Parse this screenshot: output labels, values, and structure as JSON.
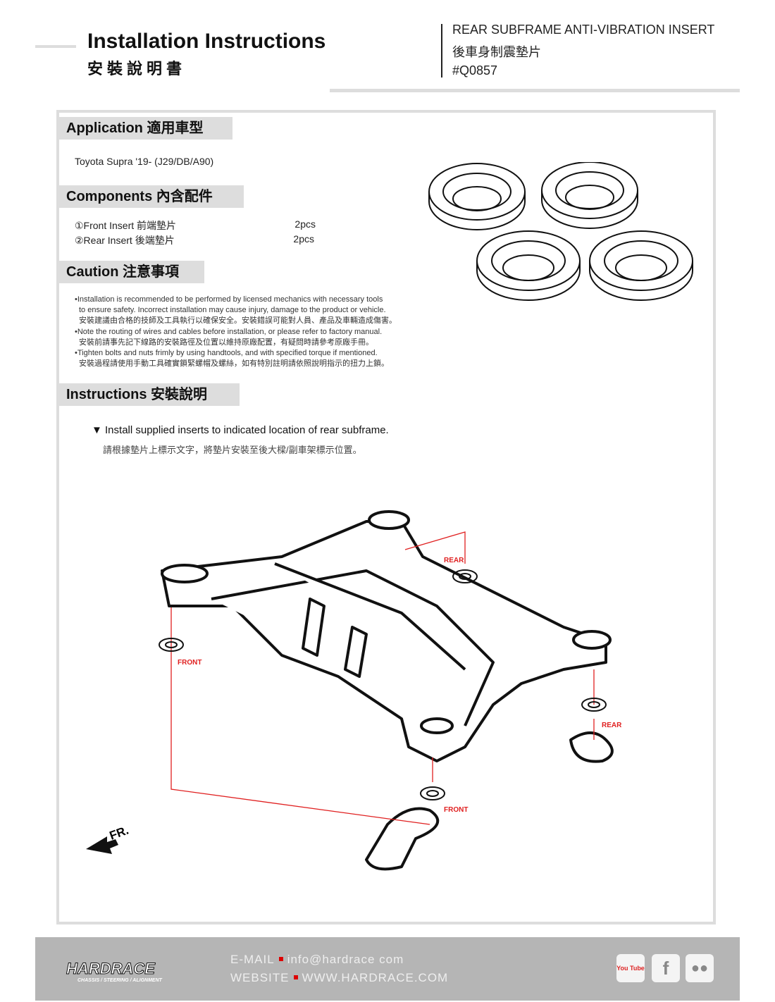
{
  "header": {
    "title": "Installation Instructions",
    "title_zh": "安裝說明書",
    "product_name": "REAR SUBFRAME ANTI-VIBRATION INSERT",
    "product_name_zh": "後車身制震墊片",
    "part_number": "#Q0857"
  },
  "application": {
    "heading": "Application 適用車型",
    "vehicle": "Toyota Supra '19- (J29/DB/A90)"
  },
  "components": {
    "heading": "Components 內含配件",
    "items": [
      {
        "label": "①Front Insert 前端墊片",
        "qty": "2pcs"
      },
      {
        "label": "②Rear Insert 後端墊片",
        "qty": "2pcs"
      }
    ]
  },
  "caution": {
    "heading": "Caution 注意事項",
    "lines": [
      "•Installation is recommended to be performed by licensed mechanics with necessary tools",
      "to ensure safety. Incorrect installation may cause injury, damage to the product or vehicle.",
      "安裝建議由合格的技師及工具執行以確保安全。安裝錯誤可能對人員、產品及車輛造成傷害。",
      "•Note the routing of wires and cables before installation, or please refer to factory manual.",
      "安裝前請事先記下線路的安裝路徑及位置以維持原廠配置，有疑問時請參考原廠手冊。",
      "•Tighten bolts and nuts frimly by using handtools, and with specified torque if mentioned.",
      "安裝過程請使用手動工具確實鎖緊螺帽及螺絲，如有特別註明請依照說明指示的扭力上鎖。"
    ]
  },
  "instructions": {
    "heading": "Instructions 安裝說明",
    "step": "▼ Install supplied inserts to indicated location of rear subframe.",
    "step_zh": "請根據墊片上標示文字，將墊片安裝至後大樑/副車架標示位置。"
  },
  "diagram": {
    "rear_label": "REAR",
    "front_label": "FRONT",
    "direction": "FR.",
    "accent": "#e02020"
  },
  "footer": {
    "brand": "HARDRACE",
    "tagline": "CHASSIS / STEERING / ALIGNMENT",
    "email_label": "E-MAIL",
    "email": "info@hardrace com",
    "website_label": "WEBSITE",
    "website": "WWW.HARDRACE.COM",
    "social": [
      "youtube-icon",
      "facebook-icon",
      "wechat-icon"
    ],
    "youtube_text": "You Tube"
  }
}
